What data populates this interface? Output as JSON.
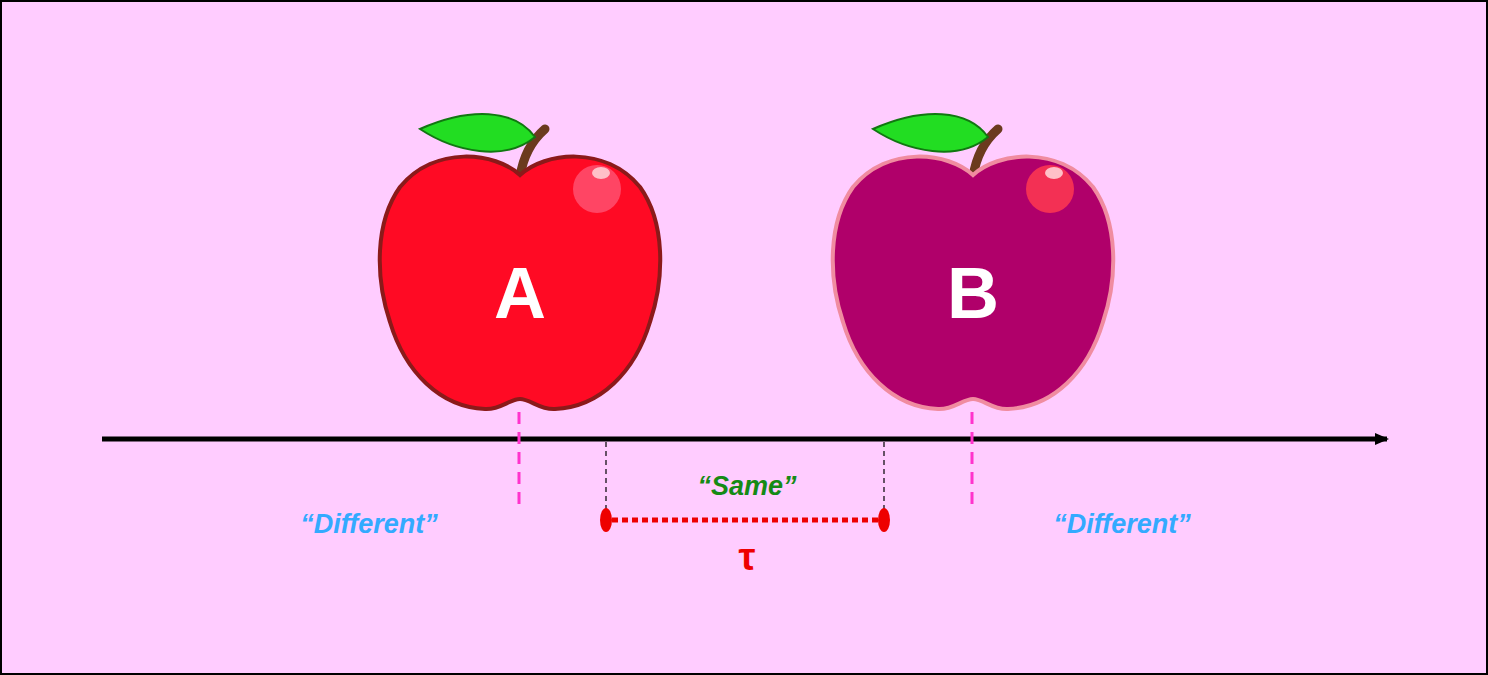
{
  "diagram": {
    "nodes": [
      {
        "text": [
          "A"
        ]
      },
      {
        "text": [
          "B"
        ]
      }
    ],
    "labels": [
      "“Different”",
      "“Same”",
      "τ",
      "“Different”"
    ]
  }
}
